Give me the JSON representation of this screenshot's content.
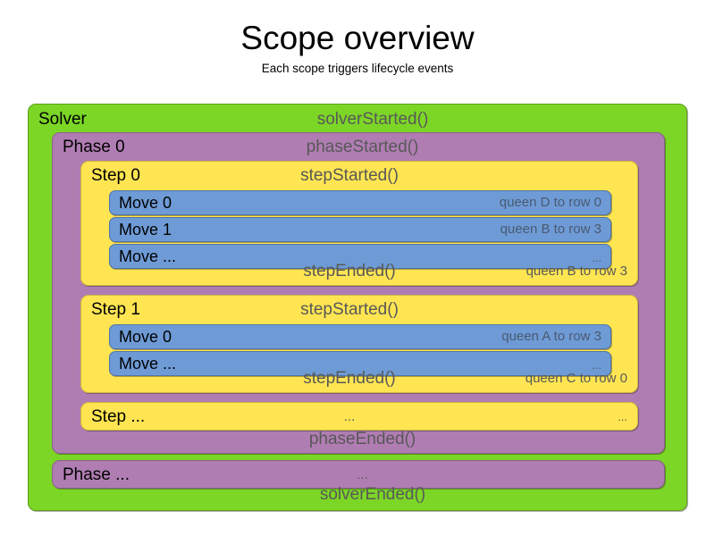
{
  "header": {
    "title": "Scope overview",
    "subtitle": "Each scope triggers lifecycle events"
  },
  "colors": {
    "solver": "#7CD626",
    "phase": "#B07DB3",
    "step": "#FFE552",
    "move": "#6E9BD6",
    "event_text": "#585858",
    "label_text": "#000000",
    "background": "#FFFFFF"
  },
  "solver": {
    "label": "Solver",
    "started_event": "solverStarted()",
    "ended_event": "solverEnded()"
  },
  "phases": [
    {
      "label": "Phase 0",
      "started_event": "phaseStarted()",
      "ended_event": "phaseEnded()",
      "steps": [
        {
          "label": "Step 0",
          "started_event": "stepStarted()",
          "ended_event": "stepEnded()",
          "ended_detail": "queen B to row 3",
          "moves": [
            {
              "label": "Move 0",
              "detail": "queen D to row 0"
            },
            {
              "label": "Move 1",
              "detail": "queen B to row 3"
            },
            {
              "label": "Move ...",
              "detail": "..."
            }
          ]
        },
        {
          "label": "Step 1",
          "started_event": "stepStarted()",
          "ended_event": "stepEnded()",
          "ended_detail": "queen C to row 0",
          "moves": [
            {
              "label": "Move 0",
              "detail": "queen A to row 3"
            },
            {
              "label": "Move ...",
              "detail": "..."
            }
          ]
        },
        {
          "label": "Step ...",
          "started_event": "...",
          "ended_detail": "...",
          "moves": []
        }
      ]
    },
    {
      "label": "Phase ...",
      "started_event": "...",
      "steps": []
    }
  ]
}
